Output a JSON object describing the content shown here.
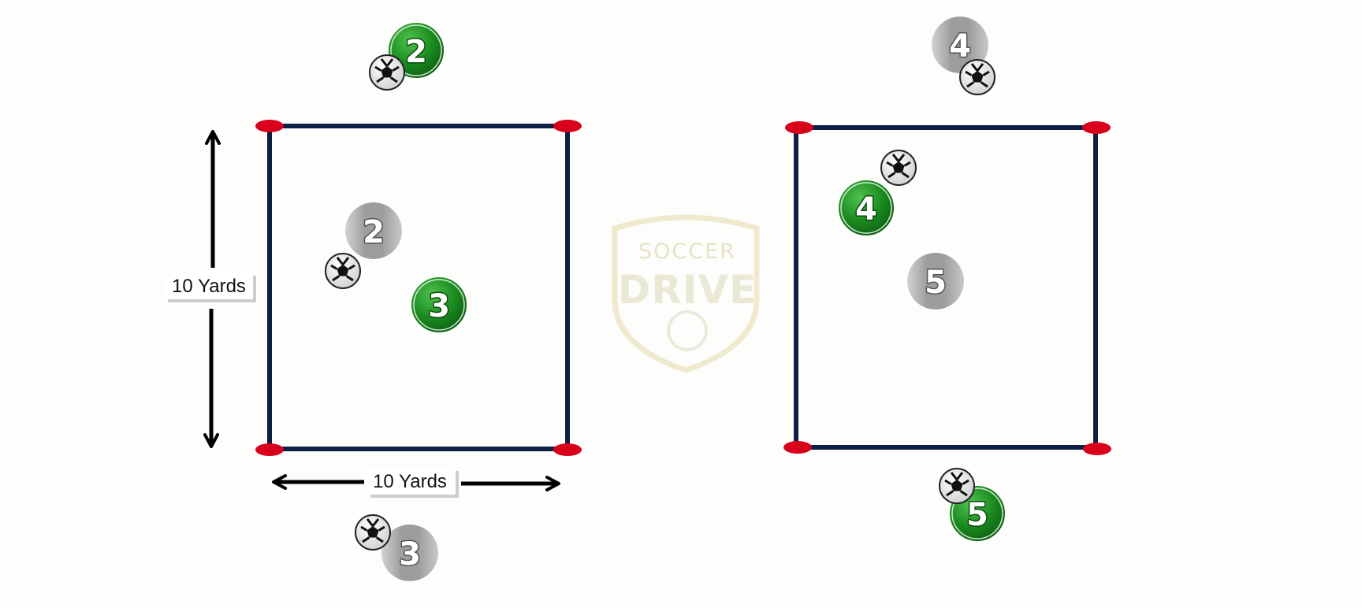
{
  "dimension_labels": {
    "vertical": "10 Yards",
    "horizontal": "10 Yards"
  },
  "watermark": {
    "line1": "SOCCER",
    "line2": "DRIVE"
  },
  "players": [
    {
      "number": "2",
      "team": "green"
    },
    {
      "number": "2",
      "team": "gray"
    },
    {
      "number": "3",
      "team": "green"
    },
    {
      "number": "3",
      "team": "gray"
    },
    {
      "number": "4",
      "team": "gray"
    },
    {
      "number": "4",
      "team": "green"
    },
    {
      "number": "5",
      "team": "gray"
    },
    {
      "number": "5",
      "team": "green"
    }
  ],
  "colors": {
    "green_team": "#1a8a1f",
    "gray_team": "#b4b4b4",
    "grid_lines": "#0e1f45",
    "cones": "#d9001b",
    "arrows": "#000000",
    "watermark": "#e8e4c4"
  },
  "icons": {
    "ball": "soccer-ball-icon",
    "cone": "cone-marker-icon",
    "watermark": "soccer-drive-shield-logo"
  }
}
